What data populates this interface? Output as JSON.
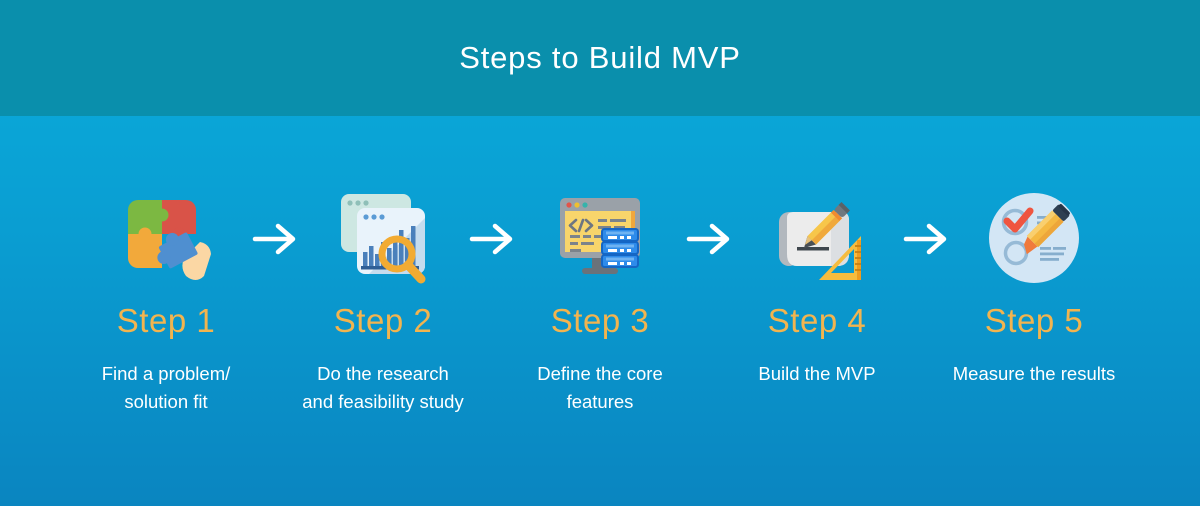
{
  "header": {
    "title": "Steps to Build MVP"
  },
  "colors": {
    "header_bg": "#0a8fac",
    "body_gradient_top": "#0baddc",
    "body_gradient_bottom": "#0a85c0",
    "title_text": "#ffffff",
    "step_label": "#f2b44f",
    "description_text": "#ffffff",
    "arrow": "#ffffff"
  },
  "steps": [
    {
      "label": "Step 1",
      "icon": "puzzle-pieces-icon",
      "description_lines": [
        "Find a problem/",
        "solution fit"
      ]
    },
    {
      "label": "Step 2",
      "icon": "chart-magnifier-icon",
      "description_lines": [
        "Do the research",
        "and feasibility study"
      ]
    },
    {
      "label": "Step 3",
      "icon": "code-monitor-icon",
      "description_lines": [
        "Define the core",
        "features"
      ]
    },
    {
      "label": "Step 4",
      "icon": "blueprint-pencil-icon",
      "description_lines": [
        "Build the MVP"
      ]
    },
    {
      "label": "Step 5",
      "icon": "checklist-marker-icon",
      "description_lines": [
        "Measure the results"
      ]
    }
  ]
}
